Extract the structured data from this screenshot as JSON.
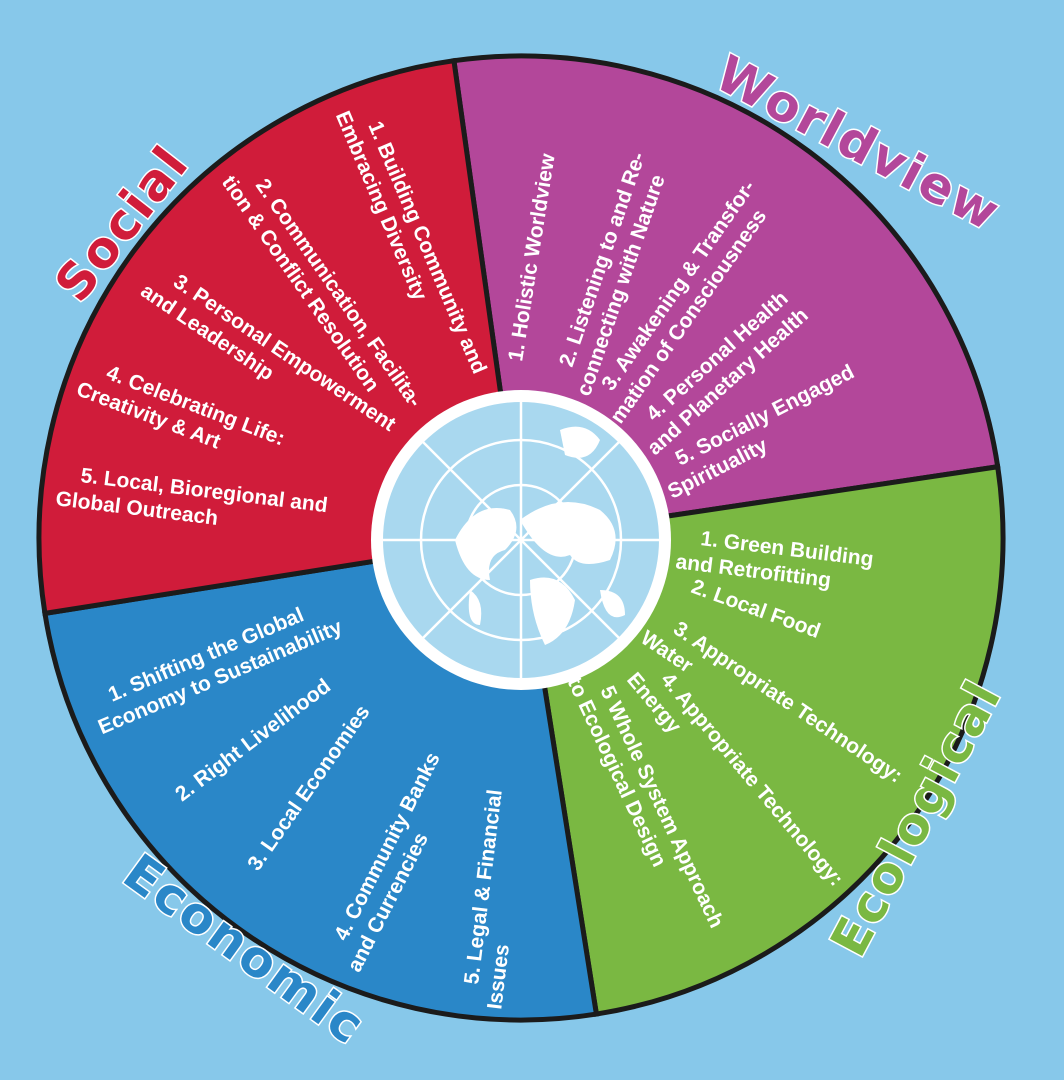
{
  "colors": {
    "background": "#87c8ea",
    "social": "#d01c3a",
    "worldview": "#b3479a",
    "ecological": "#7ab842",
    "economic": "#2a87c8",
    "globe": "#a9d8ef"
  },
  "social": {
    "title": "Social",
    "items": [
      [
        "1. Building Community and",
        "Embracing Diversity"
      ],
      [
        "2. Communication, Facilita-",
        "tion & Conflict Resolution"
      ],
      [
        "3. Personal Empowerment",
        "and Leadership"
      ],
      [
        "4. Celebrating Life:",
        "Creativity & Art"
      ],
      [
        "5. Local, Bioregional and",
        "Global Outreach"
      ]
    ]
  },
  "worldview": {
    "title": "Worldview",
    "items": [
      [
        "1. Holistic Worldview"
      ],
      [
        "2. Listening to and Re-",
        "connecting with Nature"
      ],
      [
        "3. Awakening & Transfor-",
        "mation of Consciousness"
      ],
      [
        "4. Personal Health",
        "and Planetary Health"
      ],
      [
        "5. Socially Engaged",
        "Spirituality"
      ]
    ]
  },
  "ecological": {
    "title": "Ecological",
    "items": [
      [
        "1. Green Building",
        "and Retrofitting"
      ],
      [
        "2. Local Food"
      ],
      [
        "3. Appropriate Technology:",
        "Water"
      ],
      [
        "4. Appropriate Technology:",
        "Energy"
      ],
      [
        "5 Whole System Approach",
        "to Ecological Design"
      ]
    ]
  },
  "economic": {
    "title": "Economic",
    "items": [
      [
        "1. Shifting the Global",
        "Economy to Sustainability"
      ],
      [
        "2. Right Livelihood"
      ],
      [
        "3. Local Economies"
      ],
      [
        "4. Community Banks",
        "and Currencies"
      ],
      [
        "5. Legal & Financial",
        "Issues"
      ]
    ]
  }
}
